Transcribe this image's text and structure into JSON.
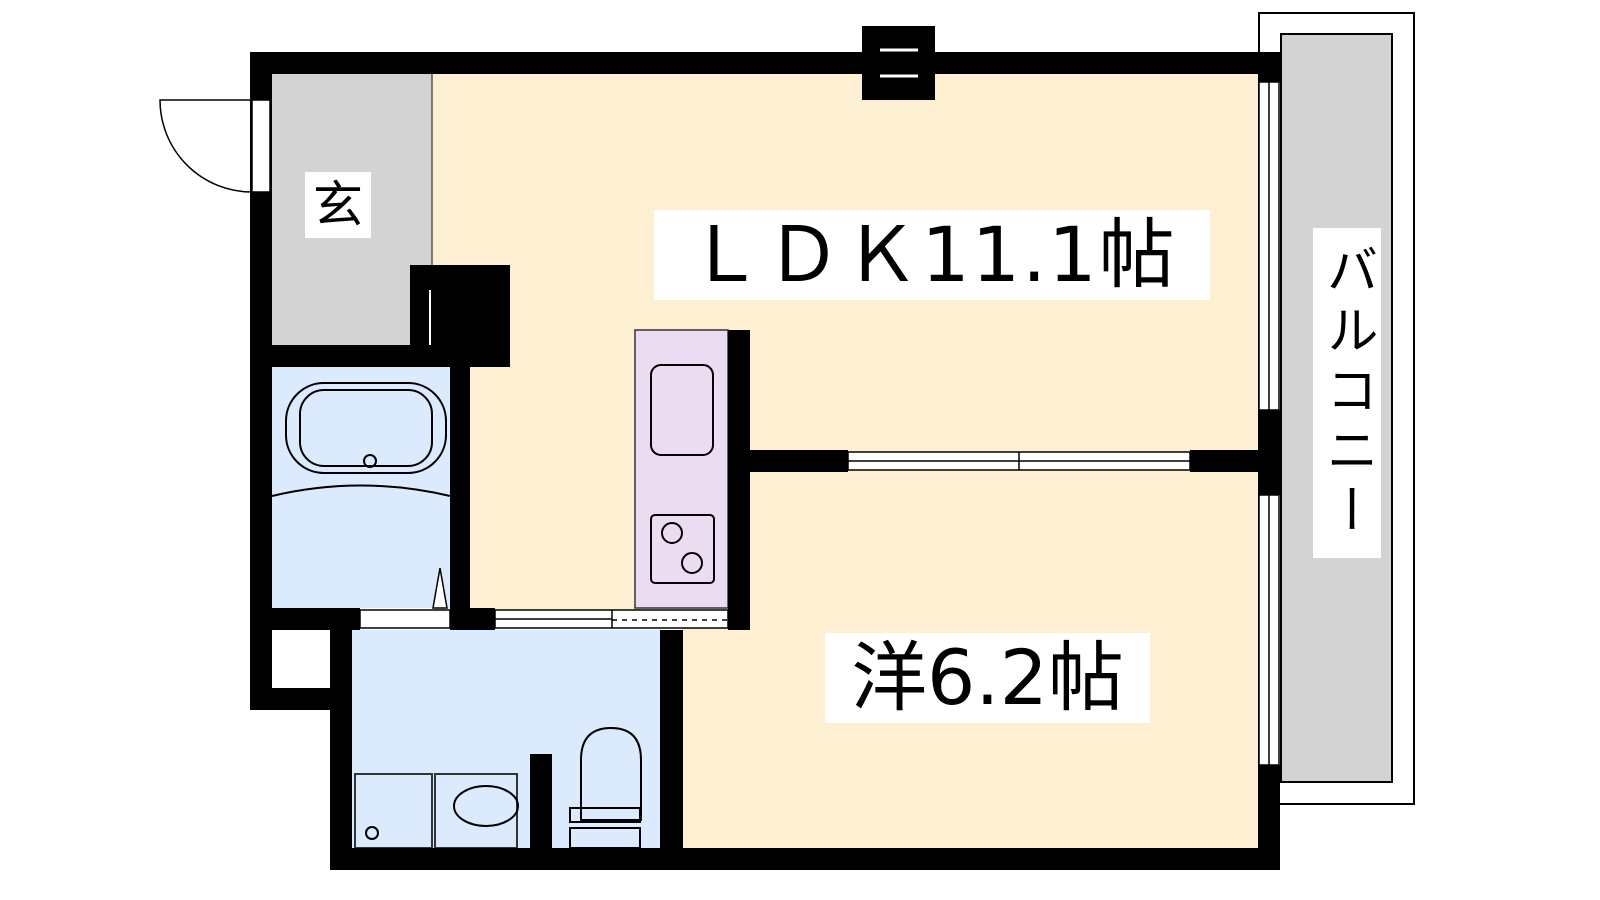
{
  "rooms": {
    "entrance": "玄",
    "ldk": "ＬＤＫ11.1帖",
    "western_room": "洋6.2帖",
    "balcony": "バルコニー"
  },
  "colors": {
    "wall": "#000000",
    "living_floor": "#fdf0d2",
    "wet_area": "#dbeafd",
    "kitchen": "#ecdcf2",
    "entrance_floor": "#d3d3d3",
    "balcony_floor": "#d3d3d3"
  }
}
